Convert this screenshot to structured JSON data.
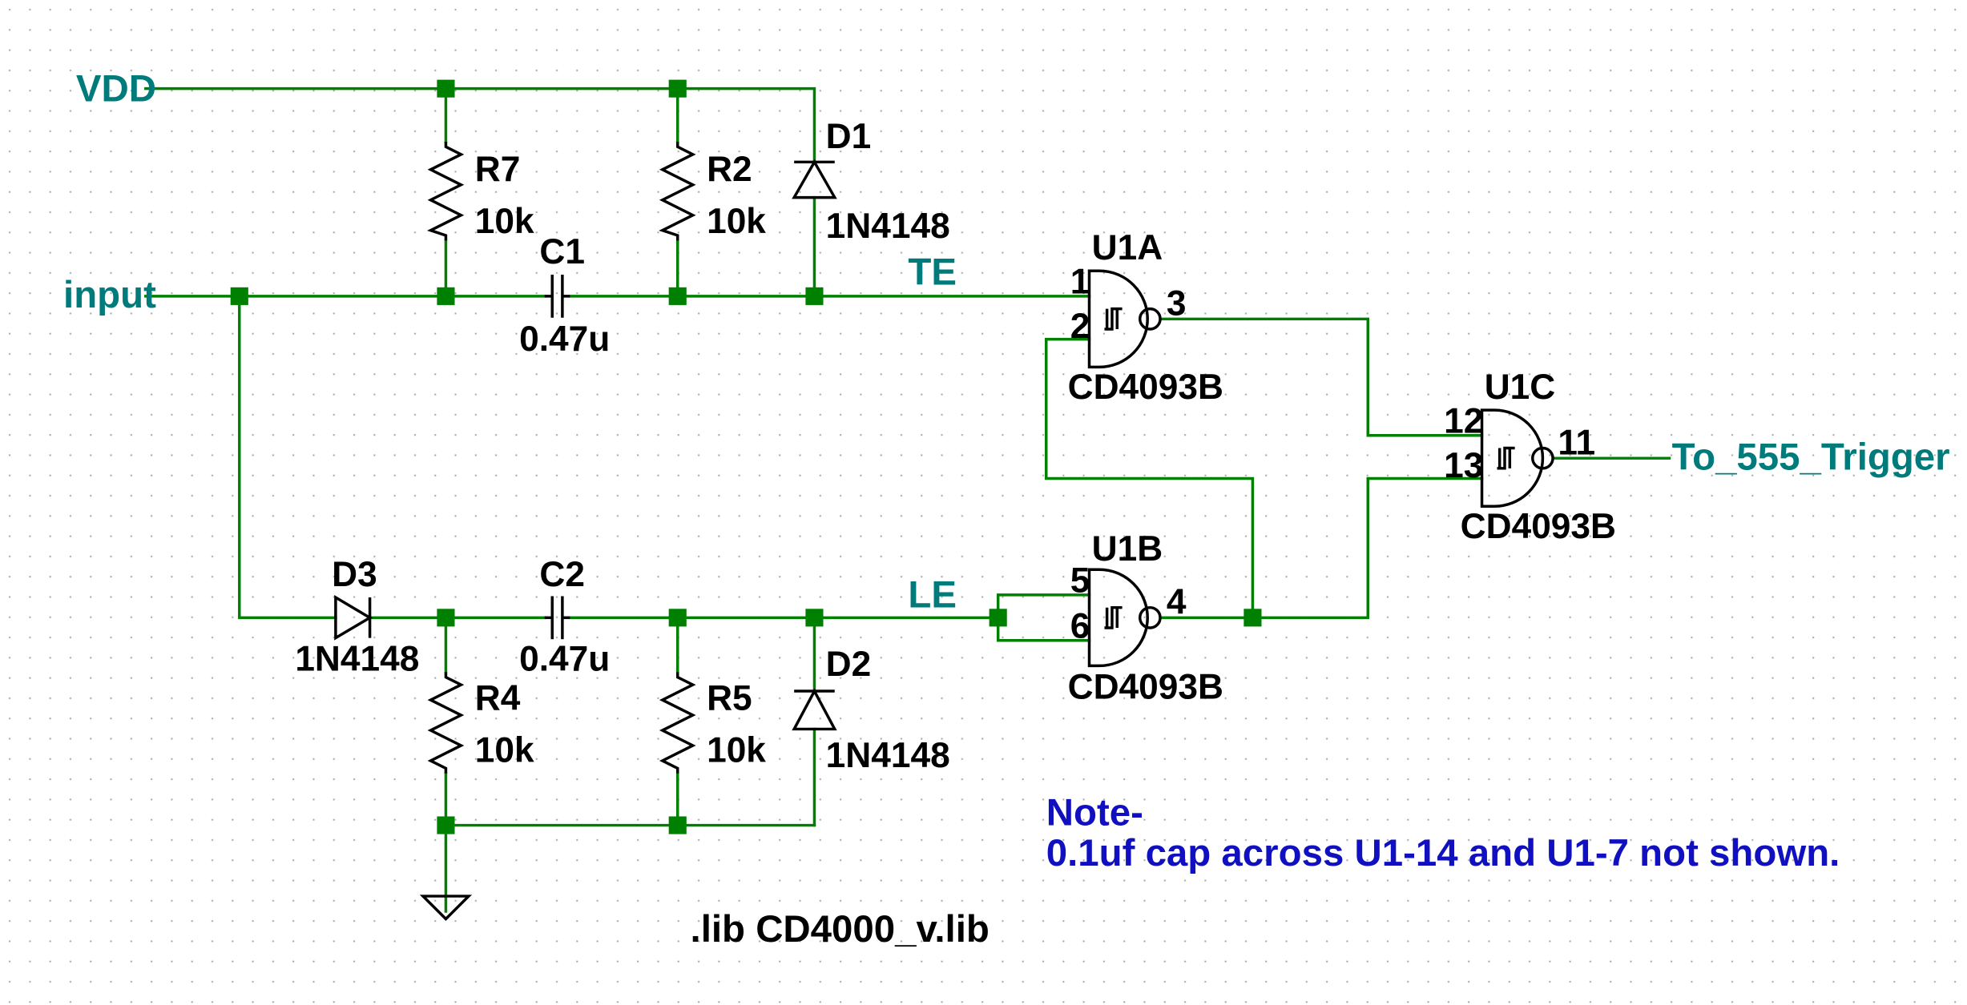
{
  "colors": {
    "background": "#ffffff",
    "wire": "#008000",
    "junction": "#008000",
    "symbol": "#000000",
    "net_label": "#007b7b",
    "note": "#1010c0",
    "grid_dot": "#a8a8a8"
  },
  "nets": {
    "vdd": "VDD",
    "input": "input",
    "te": "TE",
    "le": "LE",
    "output": "To_555_Trigger"
  },
  "components": {
    "R7": {
      "ref": "R7",
      "value": "10k"
    },
    "R2": {
      "ref": "R2",
      "value": "10k"
    },
    "R4": {
      "ref": "R4",
      "value": "10k"
    },
    "R5": {
      "ref": "R5",
      "value": "10k"
    },
    "C1": {
      "ref": "C1",
      "value": "0.47u"
    },
    "C2": {
      "ref": "C2",
      "value": "0.47u"
    },
    "D1": {
      "ref": "D1",
      "value": "1N4148"
    },
    "D2": {
      "ref": "D2",
      "value": "1N4148"
    },
    "D3": {
      "ref": "D3",
      "value": "1N4148"
    },
    "U1A": {
      "ref": "U1A",
      "value": "CD4093B",
      "pins": {
        "a": "1",
        "b": "2",
        "out": "3"
      }
    },
    "U1B": {
      "ref": "U1B",
      "value": "CD4093B",
      "pins": {
        "a": "5",
        "b": "6",
        "out": "4"
      }
    },
    "U1C": {
      "ref": "U1C",
      "value": "CD4093B",
      "pins": {
        "a": "12",
        "b": "13",
        "out": "11"
      }
    }
  },
  "note": {
    "line1": "Note-",
    "line2": "0.1uf cap across U1-14 and U1-7 not shown."
  },
  "directive": ".lib CD4000_v.lib"
}
